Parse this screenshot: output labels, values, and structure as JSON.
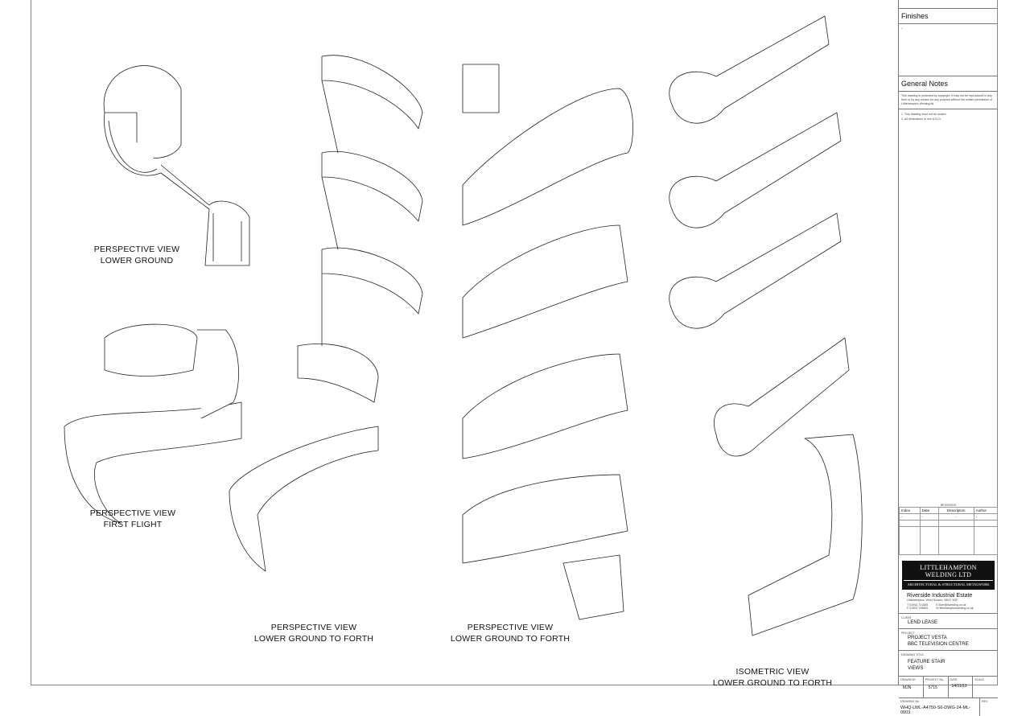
{
  "views": [
    {
      "title": "PERSPECTIVE VIEW",
      "subtitle": "LOWER GROUND"
    },
    {
      "title": "PERSPECTIVE VIEW",
      "subtitle": "FIRST FLIGHT"
    },
    {
      "title": "PERSPECTIVE VIEW",
      "subtitle": "LOWER GROUND TO FORTH"
    },
    {
      "title": "PERSPECTIVE VIEW",
      "subtitle": "LOWER GROUND TO FORTH"
    },
    {
      "title": "ISOMETRIC VIEW",
      "subtitle": "LOWER GROUND TO FORTH"
    }
  ],
  "title_block": {
    "finishes_heading": "Finishes",
    "finishes_text": "-",
    "notes_heading": "General Notes",
    "copyright": "This drawing is protected by copyright. It may not be reproduced in any form or by any means for any purpose without the written permission of Littlehampton Welding ltd.",
    "notes": [
      "1.  This drawing must not be scaled.",
      "2.  All dimensions in mm U.N.O."
    ],
    "revisions_heading": "REVISIONS",
    "revision_columns": [
      "Index",
      "Date",
      "Description",
      "Author"
    ],
    "revision_row": [
      "-",
      "-",
      "-",
      "-"
    ],
    "company_name": "LITTLEHAMPTON WELDING LTD",
    "company_tagline": "ARCHITECTURAL & STRUCTURAL METALWORK",
    "address_heading": "Riverside Industrial Estate",
    "address": "Littlehampton, West Sussex, BN17 5DF",
    "phone": "T 01903 721555",
    "fax": "F 01903 726805",
    "email": "E  lllwe@llweldlng.co.uk",
    "web": "W littlehamptonwelding.co.uk",
    "client_label": "CLIENT",
    "client": "LEND LEASE",
    "project_label": "PROJECT",
    "project_line1": "PROJECT VESTA",
    "project_line2": "BBC TELEVISION CENTRE",
    "drawing_title_label": "DRAWING TITLE",
    "drawing_title_line1": "FEATURE STAIR",
    "drawing_title_line2": "VIEWS",
    "drawn_by_label": "DRAWN BY",
    "drawn_by": "MJN",
    "project_no_label": "PROJECT No.",
    "project_no": "5715",
    "date_label": "DATE",
    "date": "14/11/13",
    "scale_label": "SCALE",
    "scale": "",
    "drawing_no_label": "DRAWING No.",
    "drawing_no": "WHQ-LWL-A4750-S6-DWG-24-ML-0003",
    "rev_label": "REV",
    "rev": ""
  }
}
